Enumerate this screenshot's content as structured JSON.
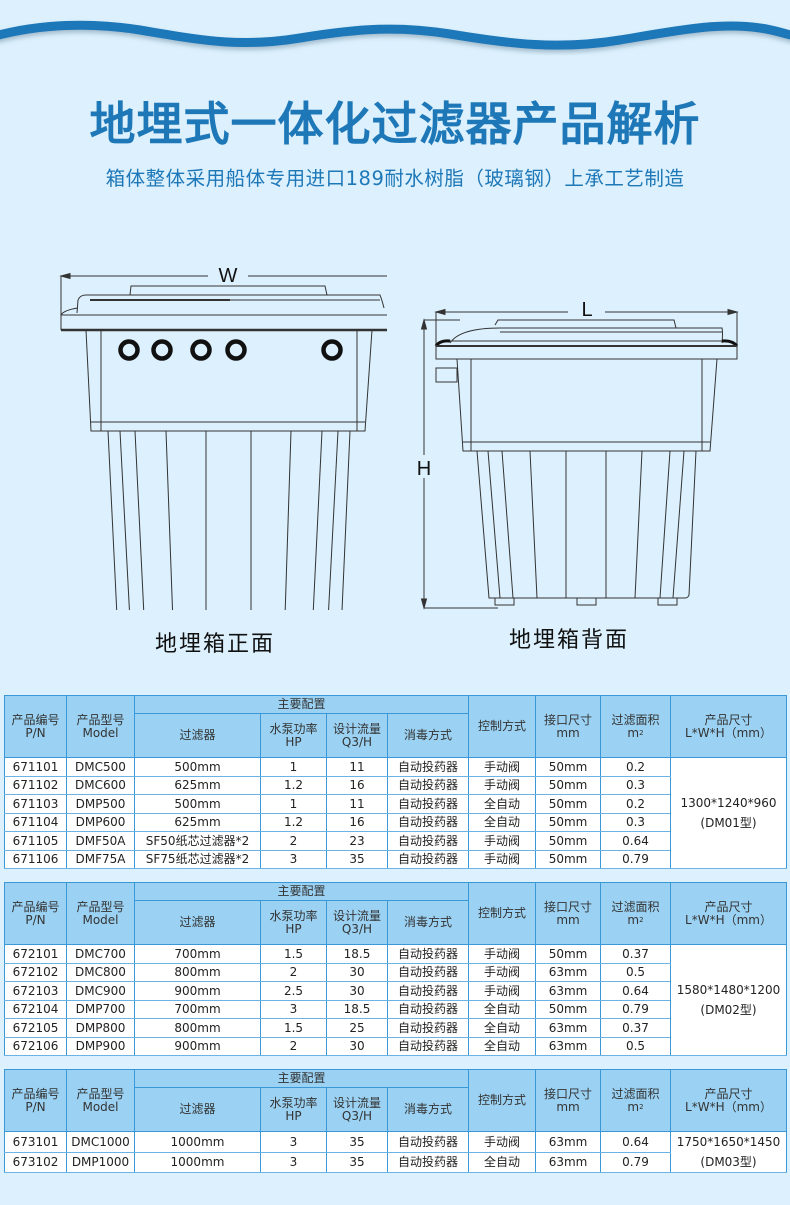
{
  "header": {
    "title": "地埋式一体化过滤器产品解析",
    "subtitle": "箱体整体采用船体专用进口189耐水树脂（玻璃钢）上承工艺制造"
  },
  "colors": {
    "background": "#dcf0fd",
    "wave": "#1e78b8",
    "title": "#1e78b8",
    "table_header": "#9bd2f3",
    "table_border": "#3a98d6"
  },
  "drawings": {
    "front": {
      "dimension_label": "W",
      "caption": "地埋箱正面"
    },
    "back": {
      "dimension_label_length": "L",
      "dimension_label_height": "H",
      "caption": "地埋箱背面"
    }
  },
  "table_headers": {
    "pn": "产品编号",
    "pn_en": "P/N",
    "model": "产品型号",
    "model_en": "Model",
    "main_config": "主要配置",
    "filter": "过滤器",
    "pump": "水泵功率",
    "pump_en": "HP",
    "flow": "设计流量",
    "flow_en": "Q3/H",
    "disinfect": "消毒方式",
    "control": "控制方式",
    "port": "接口尺寸",
    "port_en": "mm",
    "area": "过滤面积",
    "area_en": "m",
    "area_sup": "2",
    "size": "产品尺寸",
    "size_en": "L*W*H（mm）"
  },
  "tables": [
    {
      "size": "1300*1240*960",
      "type": "(DM01型)",
      "rows": [
        {
          "pn": "671101",
          "model": "DMC500",
          "filter": "500mm",
          "hp": "1",
          "flow": "11",
          "disinfect": "自动投药器",
          "control": "手动阀",
          "port": "50mm",
          "area": "0.2"
        },
        {
          "pn": "671102",
          "model": "DMC600",
          "filter": "625mm",
          "hp": "1.2",
          "flow": "16",
          "disinfect": "自动投药器",
          "control": "手动阀",
          "port": "50mm",
          "area": "0.3"
        },
        {
          "pn": "671103",
          "model": "DMP500",
          "filter": "500mm",
          "hp": "1",
          "flow": "11",
          "disinfect": "自动投药器",
          "control": "全自动",
          "port": "50mm",
          "area": "0.2"
        },
        {
          "pn": "671104",
          "model": "DMP600",
          "filter": "625mm",
          "hp": "1.2",
          "flow": "16",
          "disinfect": "自动投药器",
          "control": "全自动",
          "port": "50mm",
          "area": "0.3"
        },
        {
          "pn": "671105",
          "model": "DMF50A",
          "filter": "SF50纸芯过滤器*2",
          "hp": "2",
          "flow": "23",
          "disinfect": "自动投药器",
          "control": "手动阀",
          "port": "50mm",
          "area": "0.64"
        },
        {
          "pn": "671106",
          "model": "DMF75A",
          "filter": "SF75纸芯过滤器*2",
          "hp": "3",
          "flow": "35",
          "disinfect": "自动投药器",
          "control": "手动阀",
          "port": "50mm",
          "area": "0.79"
        }
      ]
    },
    {
      "size": "1580*1480*1200",
      "type": "(DM02型)",
      "rows": [
        {
          "pn": "672101",
          "model": "DMC700",
          "filter": "700mm",
          "hp": "1.5",
          "flow": "18.5",
          "disinfect": "自动投药器",
          "control": "手动阀",
          "port": "50mm",
          "area": "0.37"
        },
        {
          "pn": "672102",
          "model": "DMC800",
          "filter": "800mm",
          "hp": "2",
          "flow": "30",
          "disinfect": "自动投药器",
          "control": "手动阀",
          "port": "63mm",
          "area": "0.5"
        },
        {
          "pn": "672103",
          "model": "DMC900",
          "filter": "900mm",
          "hp": "2.5",
          "flow": "30",
          "disinfect": "自动投药器",
          "control": "手动阀",
          "port": "63mm",
          "area": "0.64"
        },
        {
          "pn": "672104",
          "model": "DMP700",
          "filter": "700mm",
          "hp": "3",
          "flow": "18.5",
          "disinfect": "自动投药器",
          "control": "全自动",
          "port": "50mm",
          "area": "0.79"
        },
        {
          "pn": "672105",
          "model": "DMP800",
          "filter": "800mm",
          "hp": "1.5",
          "flow": "25",
          "disinfect": "自动投药器",
          "control": "全自动",
          "port": "63mm",
          "area": "0.37"
        },
        {
          "pn": "672106",
          "model": "DMP900",
          "filter": "900mm",
          "hp": "2",
          "flow": "30",
          "disinfect": "自动投药器",
          "control": "全自动",
          "port": "63mm",
          "area": "0.5"
        }
      ]
    },
    {
      "size": "1750*1650*1450",
      "type": "(DM03型)",
      "rows": [
        {
          "pn": "673101",
          "model": "DMC1000",
          "filter": "1000mm",
          "hp": "3",
          "flow": "35",
          "disinfect": "自动投药器",
          "control": "手动阀",
          "port": "63mm",
          "area": "0.64"
        },
        {
          "pn": "673102",
          "model": "DMP1000",
          "filter": "1000mm",
          "hp": "3",
          "flow": "35",
          "disinfect": "自动投药器",
          "control": "全自动",
          "port": "63mm",
          "area": "0.79"
        }
      ]
    }
  ]
}
